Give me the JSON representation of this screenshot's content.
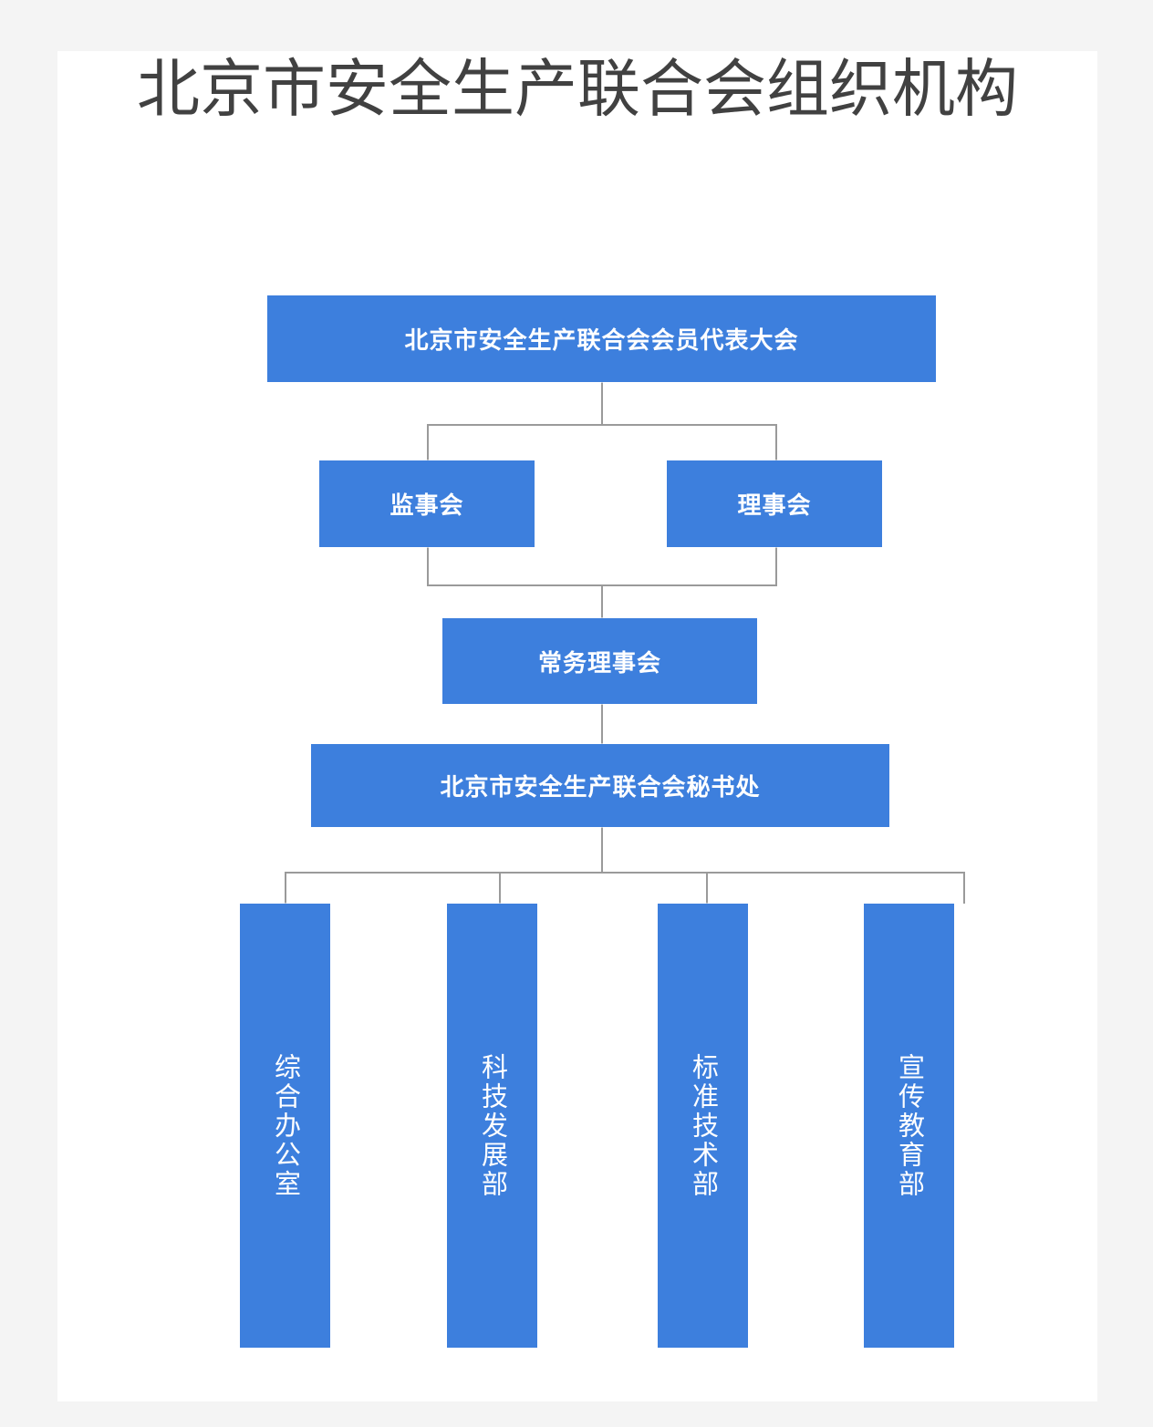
{
  "page": {
    "background_color": "#f4f4f4",
    "card_color": "#ffffff",
    "title": "北京市安全生产联合会组织机构",
    "title_color": "#414141",
    "node_color": "#3d7fdd",
    "node_text_color": "#ffffff",
    "connector_color": "#9a9a9a"
  },
  "chart_data": {
    "type": "diagram",
    "diagram_type": "organization-chart",
    "title": "北京市安全生产联合会组织机构",
    "orientation": "top-down",
    "levels": 5,
    "nodes": [
      {
        "id": "n1",
        "label": "北京市安全生产联合会会员代表大会",
        "level": 1,
        "parent": null,
        "orientation": "horizontal"
      },
      {
        "id": "n2",
        "label": "监事会",
        "level": 2,
        "parent": "n1",
        "orientation": "horizontal"
      },
      {
        "id": "n3",
        "label": "理事会",
        "level": 2,
        "parent": "n1",
        "orientation": "horizontal"
      },
      {
        "id": "n4",
        "label": "常务理事会",
        "level": 3,
        "parent": "n2,n3",
        "orientation": "horizontal"
      },
      {
        "id": "n5",
        "label": "北京市安全生产联合会秘书处",
        "level": 4,
        "parent": "n4",
        "orientation": "horizontal"
      },
      {
        "id": "n6",
        "label": "综合办公室",
        "level": 5,
        "parent": "n5",
        "orientation": "vertical"
      },
      {
        "id": "n7",
        "label": "科技发展部",
        "level": 5,
        "parent": "n5",
        "orientation": "vertical"
      },
      {
        "id": "n8",
        "label": "标准技术部",
        "level": 5,
        "parent": "n5",
        "orientation": "vertical"
      },
      {
        "id": "n9",
        "label": "宣传教育部",
        "level": 5,
        "parent": "n5",
        "orientation": "vertical"
      }
    ],
    "edges": [
      {
        "from": "n1",
        "to": "n2"
      },
      {
        "from": "n1",
        "to": "n3"
      },
      {
        "from": "n2",
        "to": "n4"
      },
      {
        "from": "n3",
        "to": "n4"
      },
      {
        "from": "n4",
        "to": "n5"
      },
      {
        "from": "n5",
        "to": "n6"
      },
      {
        "from": "n5",
        "to": "n7"
      },
      {
        "from": "n5",
        "to": "n8"
      },
      {
        "from": "n5",
        "to": "n9"
      }
    ]
  }
}
